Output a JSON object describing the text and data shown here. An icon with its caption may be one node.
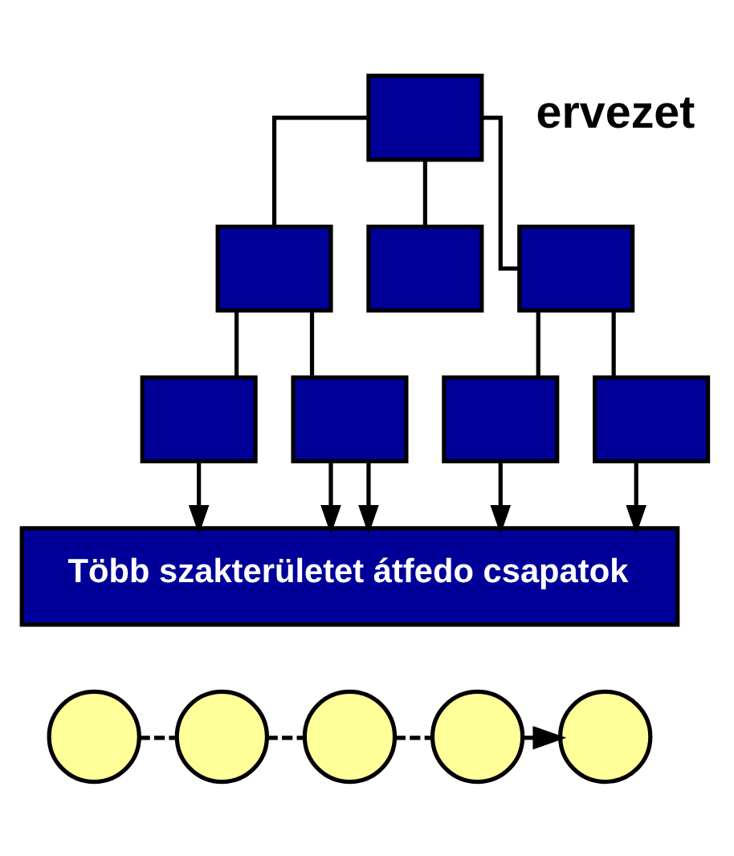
{
  "diagram": {
    "nodes": [
      {
        "text": [],
        "shape": "box"
      },
      {
        "text": [],
        "shape": "box"
      },
      {
        "text": [],
        "shape": "box"
      },
      {
        "text": [],
        "shape": "box"
      },
      {
        "text": [],
        "shape": "box"
      },
      {
        "text": [],
        "shape": "box"
      },
      {
        "text": [],
        "shape": "box"
      },
      {
        "text": [],
        "shape": "box"
      },
      {
        "text": [
          "Több szakterületet átfedo csapatok"
        ]
      },
      {
        "text": [],
        "shape": "circle"
      },
      {
        "text": [],
        "shape": "circle"
      },
      {
        "text": [],
        "shape": "circle"
      },
      {
        "text": [],
        "shape": "circle"
      },
      {
        "text": [],
        "shape": "circle"
      }
    ],
    "edges": [
      {
        "from": 0,
        "to": 1,
        "arrow": "none"
      },
      {
        "from": 0,
        "to": 2,
        "arrow": "none"
      },
      {
        "from": 0,
        "to": 3,
        "arrow": "none"
      },
      {
        "from": 1,
        "to": 4,
        "arrow": "none"
      },
      {
        "from": 1,
        "to": 5,
        "arrow": "none"
      },
      {
        "from": 3,
        "to": 6,
        "arrow": "none"
      },
      {
        "from": 3,
        "to": 7,
        "arrow": "none"
      },
      {
        "from": 4,
        "to": 8,
        "arrow": "to"
      },
      {
        "from": 5,
        "to": 8,
        "arrow": "to"
      },
      {
        "from": 5,
        "to": 8,
        "arrow": "to"
      },
      {
        "from": 6,
        "to": 8,
        "arrow": "to"
      },
      {
        "from": 7,
        "to": 8,
        "arrow": "to"
      },
      {
        "from": 9,
        "to": 10,
        "arrow": "none",
        "style": "dashed"
      },
      {
        "from": 10,
        "to": 11,
        "arrow": "none",
        "style": "dashed"
      },
      {
        "from": 11,
        "to": 12,
        "arrow": "none",
        "style": "dashed"
      },
      {
        "from": 12,
        "to": 13,
        "arrow": "to",
        "style": "dashed"
      }
    ],
    "labels": [
      "ervezet"
    ]
  }
}
